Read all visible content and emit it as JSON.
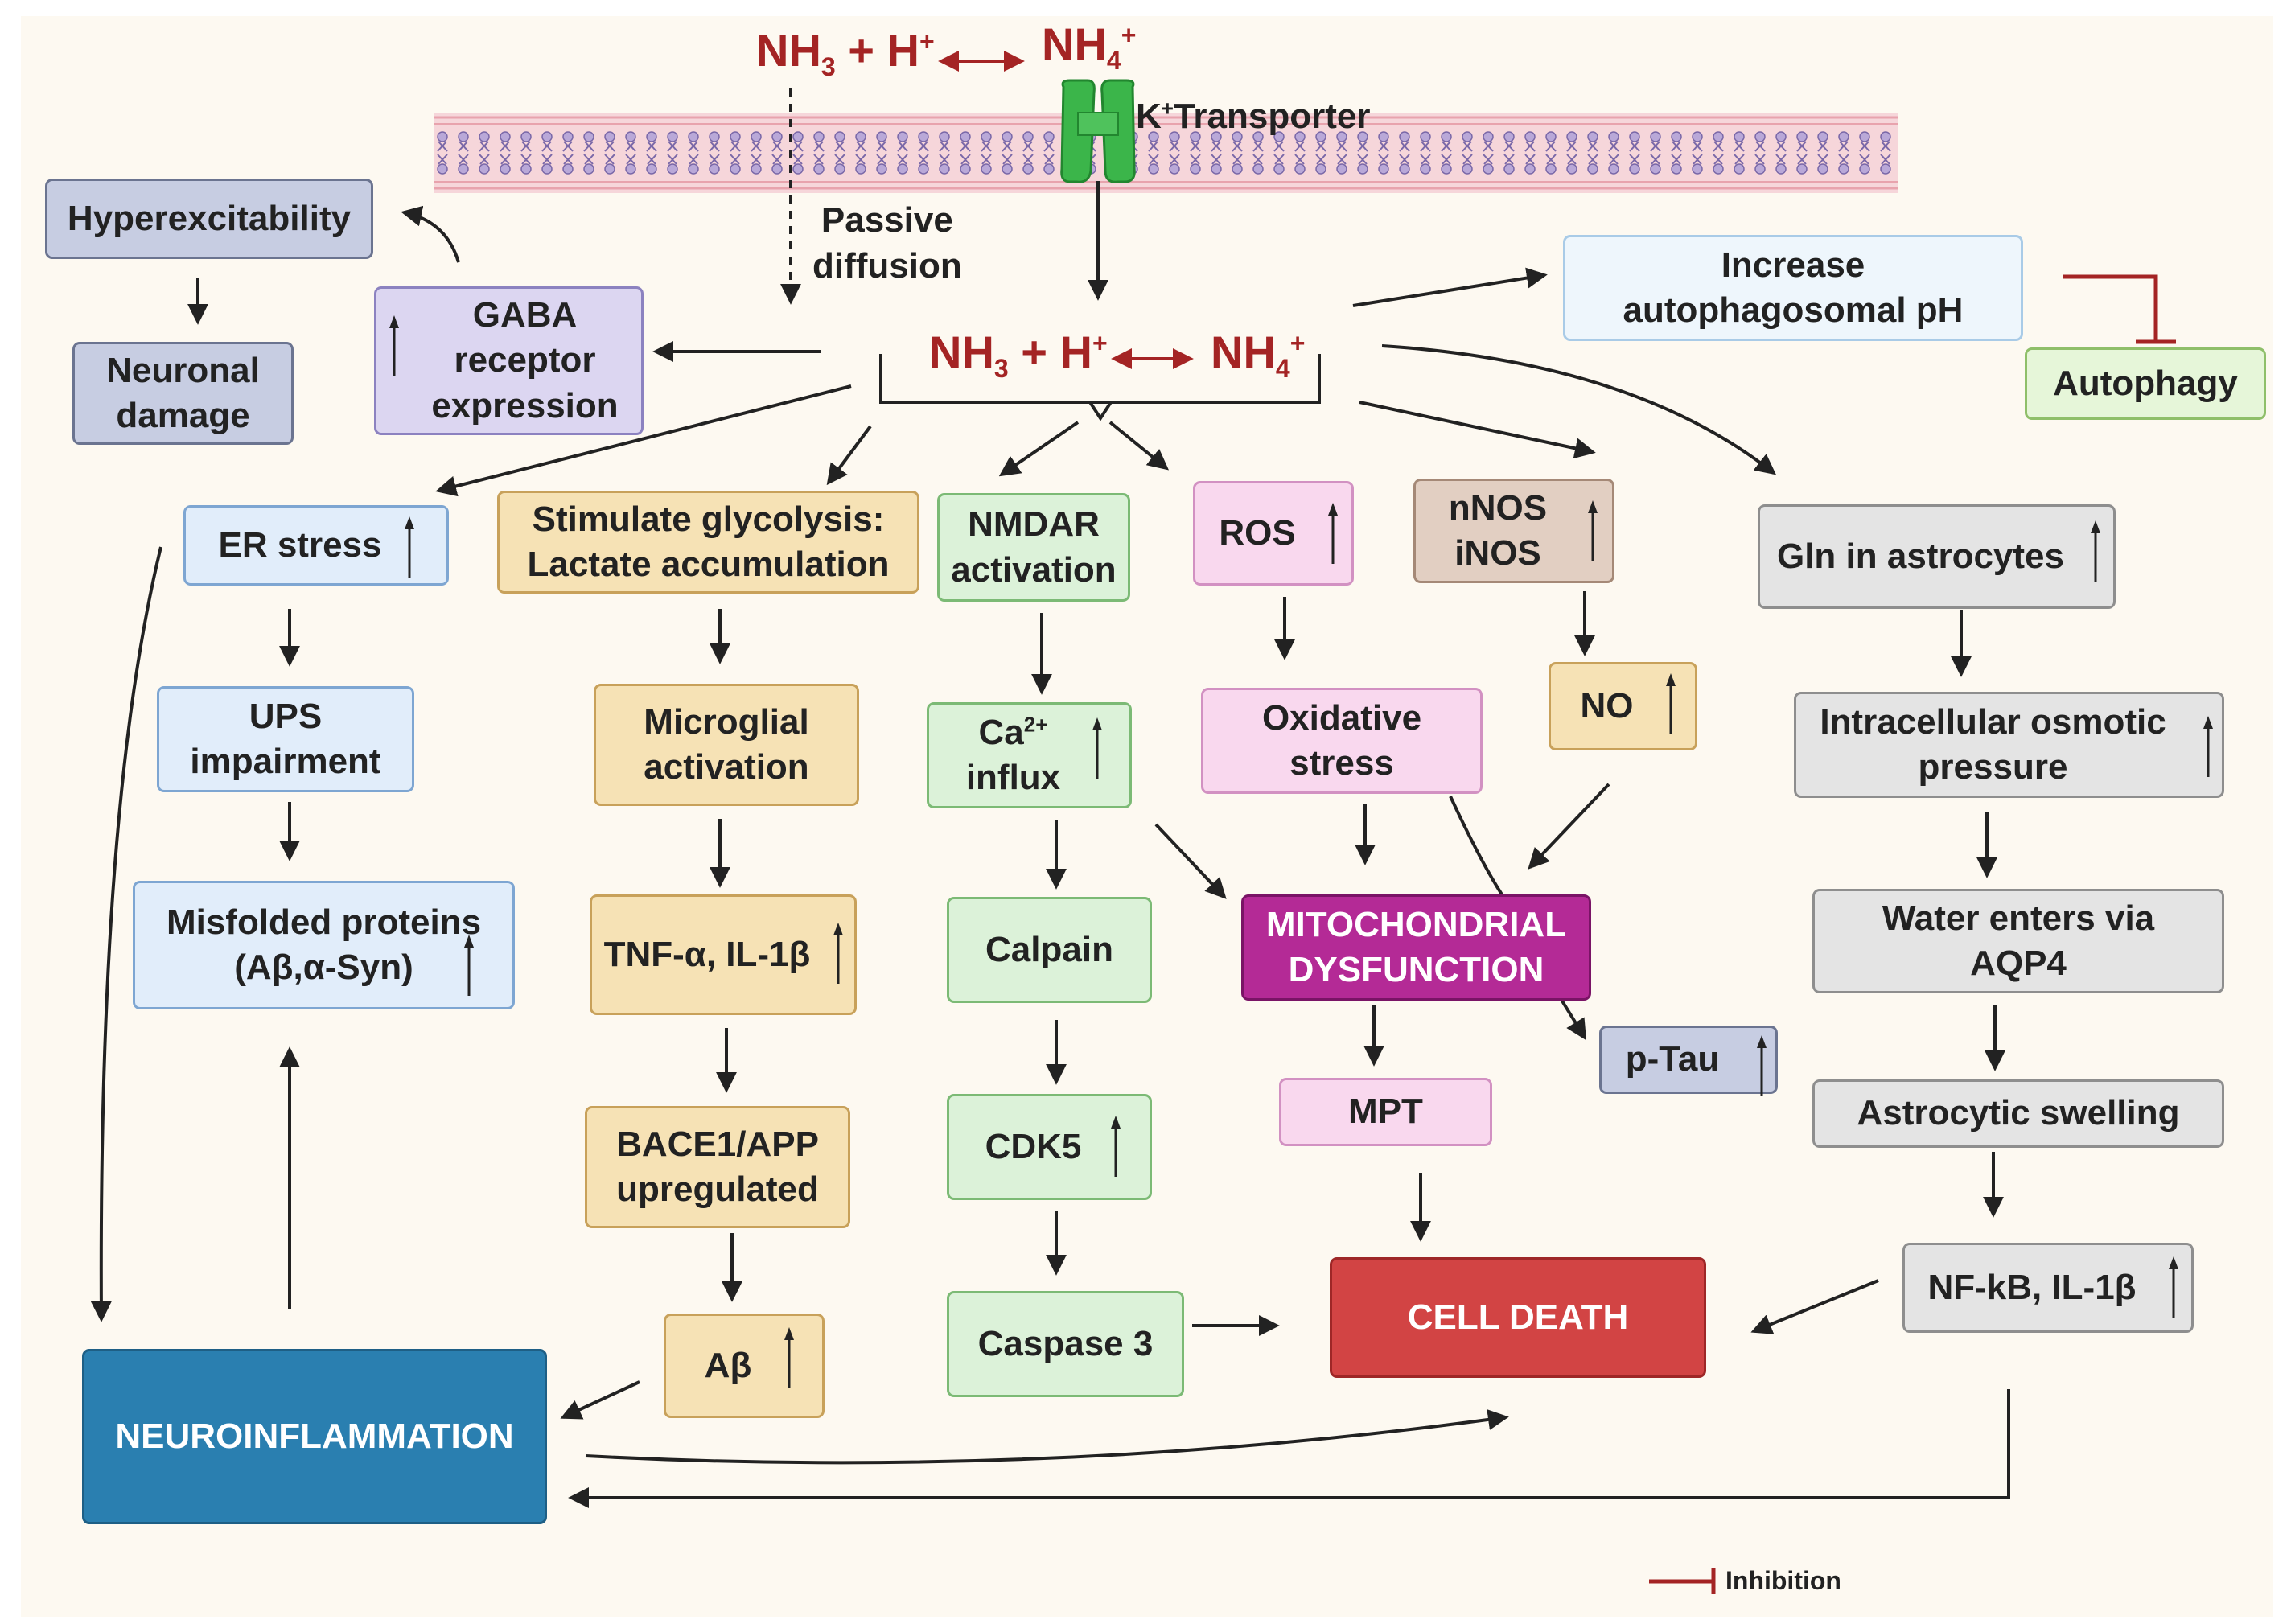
{
  "chemistry": {
    "outside": {
      "lhs_base": "NH",
      "lhs_sub": "3",
      "lhs_plus": " + H",
      "lhs_sup": "+",
      "rhs_base": "NH",
      "rhs_sub": "4",
      "rhs_sup": "+"
    },
    "inside": {
      "lhs_base": "NH",
      "lhs_sub": "3",
      "lhs_plus": " + H",
      "lhs_sup": "+",
      "rhs_base": "NH",
      "rhs_sub": "4",
      "rhs_sup": "+"
    }
  },
  "membrane": {
    "transporter": {
      "k": "K",
      "sup": "+",
      "rest": "Transporter"
    },
    "passive_diffusion": "Passive\ndiffusion"
  },
  "nodes": {
    "hyperexcitability": "Hyperexcitability",
    "neuronal_damage": "Neuronal\ndamage",
    "gaba": "GABA\nreceptor\nexpression",
    "er_stress": "ER stress",
    "ups": "UPS\nimpairment",
    "misfolded": "Misfolded proteins\n(Aβ,α-Syn)",
    "glycolysis": "Stimulate glycolysis:\nLactate accumulation",
    "microglial": "Microglial\nactivation",
    "tnf": "TNF-α, IL-1β",
    "bace": "BACE1/APP\nupregulated",
    "abeta": "Aβ",
    "nmdar": "NMDAR\nactivation",
    "ca": {
      "base": "Ca",
      "sup": "2+",
      "rest": "influx"
    },
    "calpain": "Calpain",
    "cdk5": "CDK5",
    "caspase": "Caspase 3",
    "ros": "ROS",
    "oxidative": "Oxidative\nstress",
    "mito": "MITOCHONDRIAL\nDYSFUNCTION",
    "mpt": "MPT",
    "nnos": "nNOS\niNOS",
    "no": "NO",
    "ptau": "p-Tau",
    "increase_ph": "Increase\nautophagosomal pH",
    "autophagy": "Autophagy",
    "gln": "Gln in astrocytes",
    "osmotic": "Intracellular osmotic\npressure",
    "water": "Water enters via\nAQP4",
    "swelling": "Astrocytic swelling",
    "nfkb": "NF-kB, IL-1β",
    "cell_death": "CELL DEATH",
    "neuroinflammation": "NEUROINFLAMMATION"
  },
  "legend": {
    "label": "Inhibition"
  },
  "colors": {
    "arrow": "#222222",
    "inhibition": "#a42424",
    "chem": "#a42424",
    "transporter": "#3bb54a"
  },
  "icons": {
    "increase": "up-arrow-icon",
    "transporter": "k-transporter-channel-icon"
  }
}
